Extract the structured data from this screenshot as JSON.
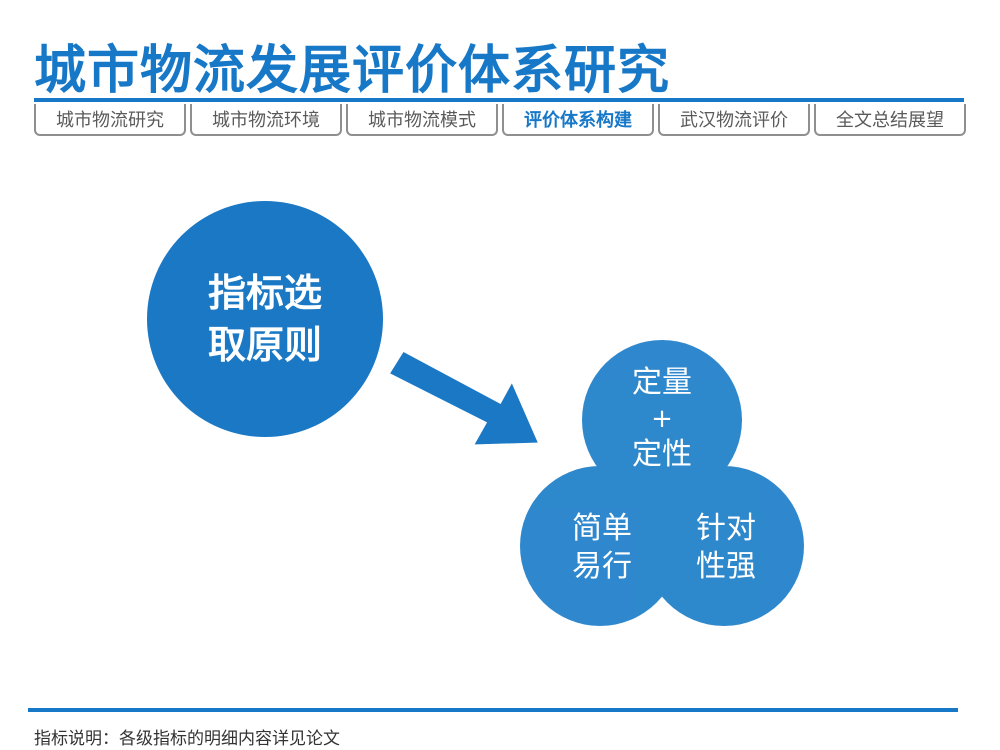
{
  "title": "城市物流发展评价体系研究",
  "tabs": [
    {
      "label": "城市物流研究",
      "active": false
    },
    {
      "label": "城市物流环境",
      "active": false
    },
    {
      "label": "城市物流模式",
      "active": false
    },
    {
      "label": "评价体系构建",
      "active": true
    },
    {
      "label": "武汉物流评价",
      "active": false
    },
    {
      "label": "全文总结展望",
      "active": false
    }
  ],
  "main": {
    "principle_line1": "指标选",
    "principle_line2": "取原则",
    "venn": {
      "top_line1": "定量",
      "top_line2": "+",
      "top_line3": "定性",
      "left_line1": "简单",
      "left_line2": "易行",
      "right_line1": "针对",
      "right_line2": "性强"
    }
  },
  "footer_note": "指标说明：各级指标的明细内容详见论文",
  "colors": {
    "accent": "#1878c8",
    "circle": "#1b78c4",
    "venn_fill": "#1f7fc9",
    "tab_border": "#8f8f8f"
  }
}
